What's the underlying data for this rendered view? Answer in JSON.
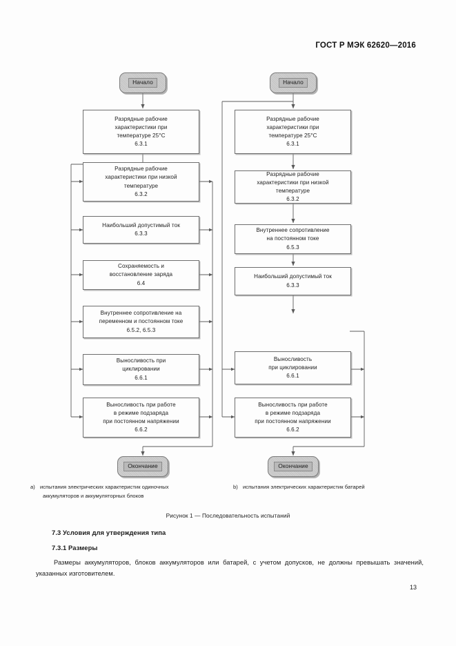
{
  "header": {
    "standard_title": "ГОСТ Р МЭК 62620—2016"
  },
  "figure": {
    "caption": "Рисунок 1 — Последовательность испытаний",
    "diagram_a": {
      "marker": "a)",
      "caption_line1": "испытания электрических характеристик одиночных",
      "caption_line2": "аккумуляторов и аккумуляторных блоков",
      "start_label": "Начало",
      "end_label": "Окончание",
      "nodes": [
        {
          "text": "Разрядные рабочие\nхарактеристики при\nтемпературе 25°C\n6.3.1"
        },
        {
          "text": "Разрядные рабочие\nхарактеристики при низкой\nтемпературе\n6.3.2"
        },
        {
          "text": "Наибольший допустимый ток\n6.3.3"
        },
        {
          "text": "Сохраняемость и\nвосстановление заряда\n6.4"
        },
        {
          "text": "Внутреннее сопротивление на\nпеременном и постоянном токе\n6.5.2, 6.5.3"
        },
        {
          "text": "Выносливость при\nциклировании\n6.6.1"
        },
        {
          "text": "Выносливость при работе\nв режиме подзаряда\nпри постоянном напряжении\n6.6.2"
        }
      ]
    },
    "diagram_b": {
      "marker": "b)",
      "caption_line1": "испытания электрических характеристик батарей",
      "caption_line2": "",
      "start_label": "Начало",
      "end_label": "Окончание",
      "nodes": [
        {
          "text": "Разрядные рабочие\nхарактеристики при\nтемпературе 25°C\n6.3.1"
        },
        {
          "text": "Разрядные рабочие\nхарактеристики при низкой\nтемпературе\n6.3.2"
        },
        {
          "text": "Внутреннее сопротивление\nна постоянном токе\n6.5.3"
        },
        {
          "text": "Наибольший допустимый ток\n6.3.3"
        },
        {
          "text": "Выносливость\nпри циклировании\n6.6.1"
        },
        {
          "text": "Выносливость при работе\nв режиме подзаряда\nпри постоянном напряжении\n6.6.2"
        }
      ]
    }
  },
  "body": {
    "section_73": "7.3  Условия для утверждения типа",
    "section_731": "7.3.1  Размеры",
    "paragraph": "Размеры аккумуляторов, блоков аккумуляторов или батарей, с учетом допусков, не должны превышать значений, указанных изготовителем."
  },
  "footer": {
    "page_number": "13"
  }
}
